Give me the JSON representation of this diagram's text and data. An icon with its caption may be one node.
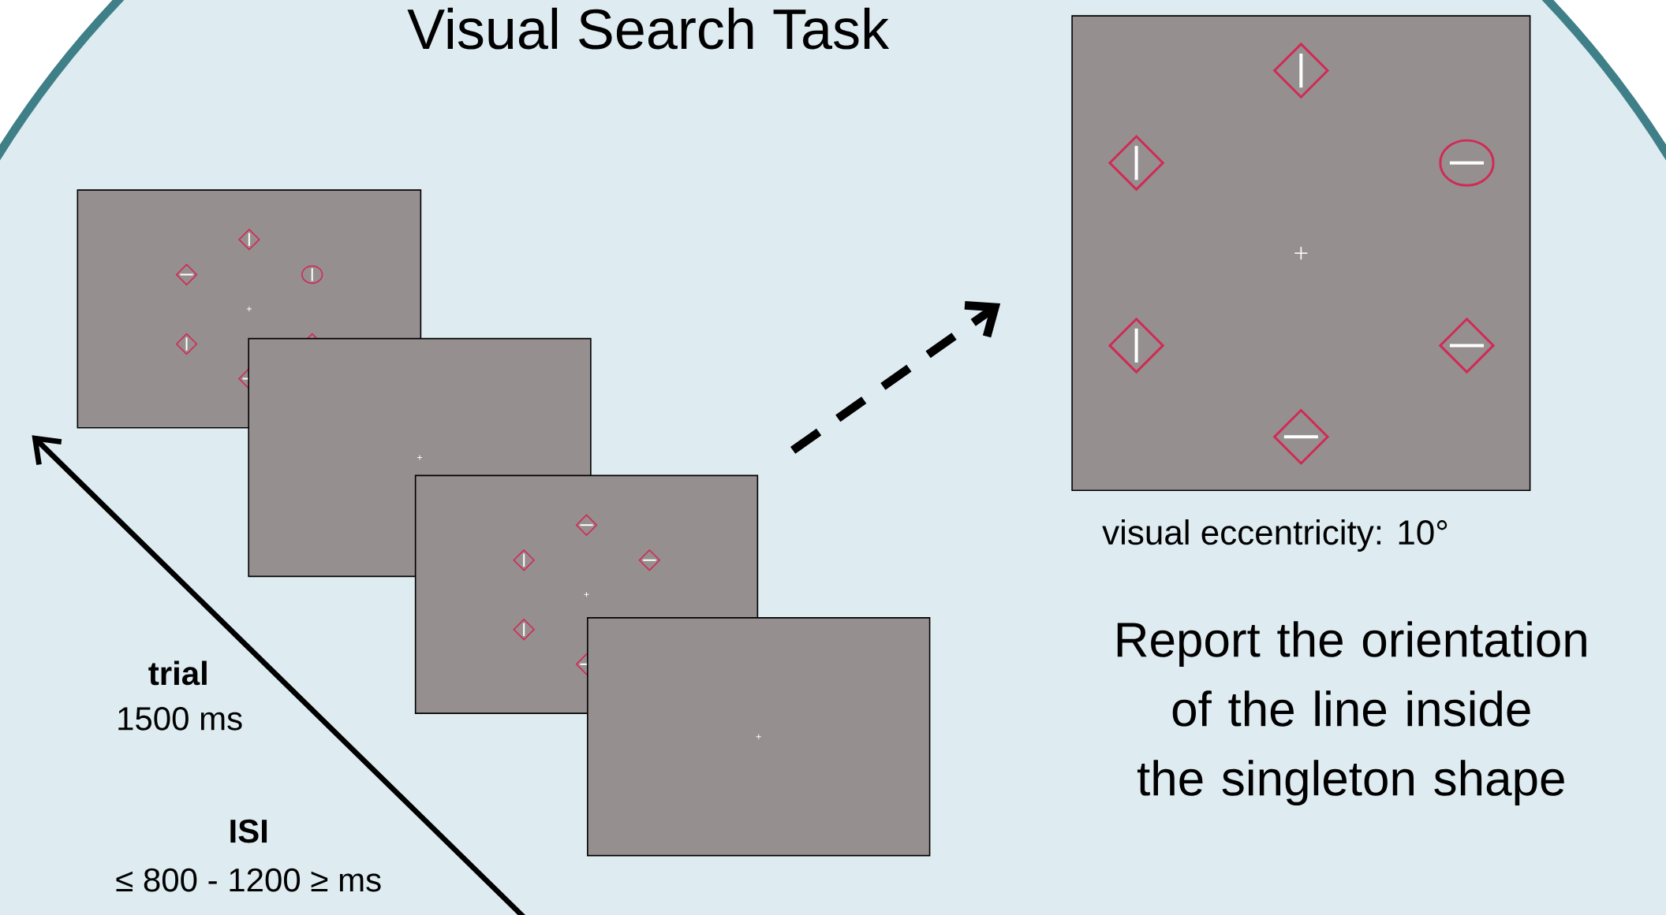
{
  "diagram": {
    "title": "Visual Search Task",
    "nodes": [
      {
        "text": [],
        "shape": "box"
      },
      {
        "text": [],
        "shape": "box"
      },
      {
        "text": [],
        "shape": "box"
      },
      {
        "text": [],
        "shape": "box"
      },
      {
        "text": [],
        "shape": "box",
        "beside": [
          "visual eccentricity: 10°"
        ]
      }
    ],
    "edges": [
      {
        "from": 2,
        "to": 4,
        "arrow": "to",
        "style": "dashed"
      }
    ],
    "labels": [
      "trial",
      "1500 ms",
      "ISI",
      "≤ 800 - 1200 ≥ ms",
      "Report the orientation of the line inside the singleton shape"
    ]
  }
}
